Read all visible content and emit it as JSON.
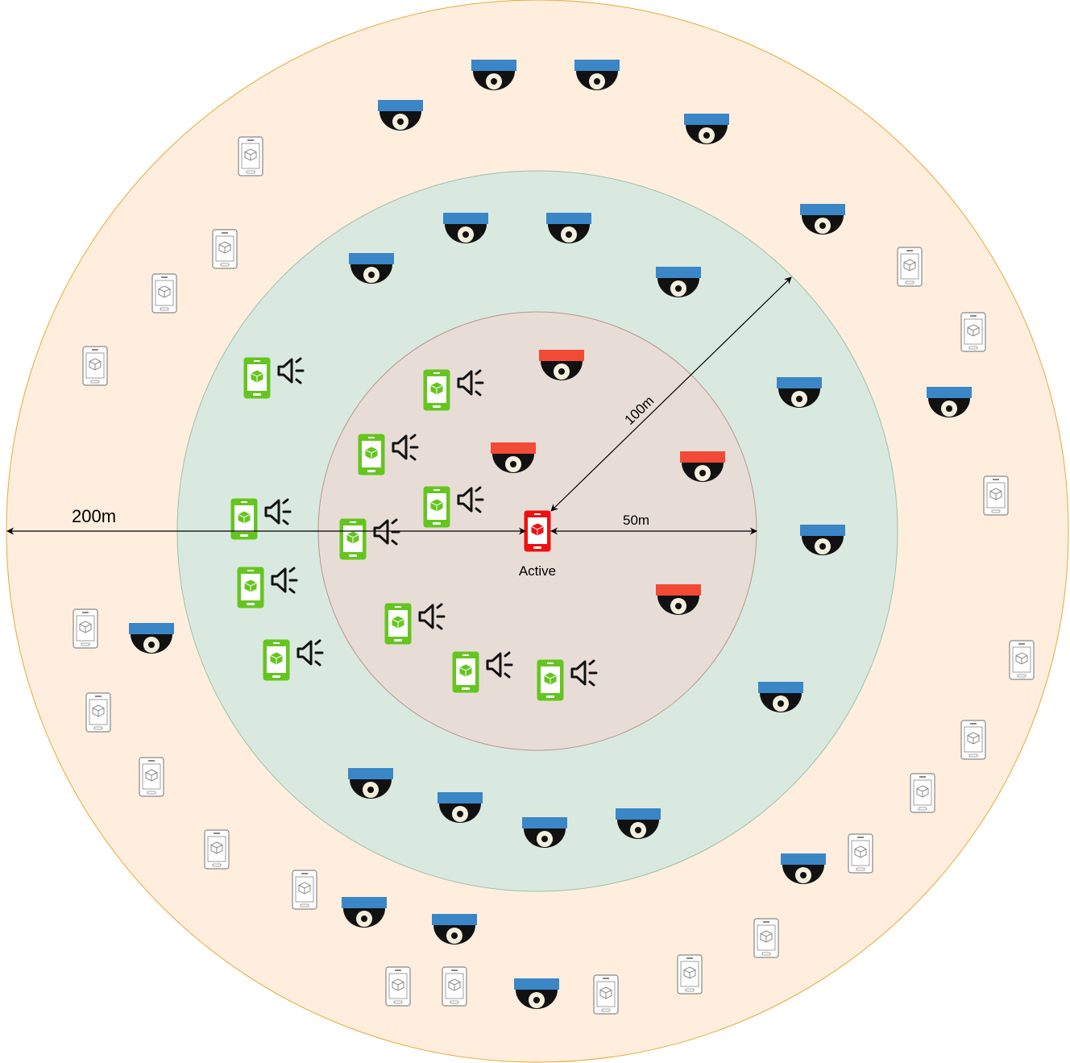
{
  "labels": {
    "outer_radius": "200m",
    "middle_radius": "100m",
    "inner_radius": "50m",
    "center_device": "Active"
  },
  "colors": {
    "outer_zone_fill": "#ffeedd",
    "outer_zone_stroke": "#e6a83a",
    "middle_zone_fill": "#d9e9df",
    "middle_zone_stroke": "#9fbfa8",
    "inner_zone_fill": "#e8ddd6",
    "inner_zone_stroke": "#b8948a",
    "camera_blue": "#3a86c6",
    "camera_red": "#f24a35",
    "phone_green": "#65c520",
    "phone_red": "#ee1111",
    "phone_gray": "#888888",
    "speaker": "#111111"
  },
  "icons": {
    "camera": "dome-camera-icon",
    "phone": "mobile-phone-icon",
    "speaker": "speaker-sound-icon"
  }
}
